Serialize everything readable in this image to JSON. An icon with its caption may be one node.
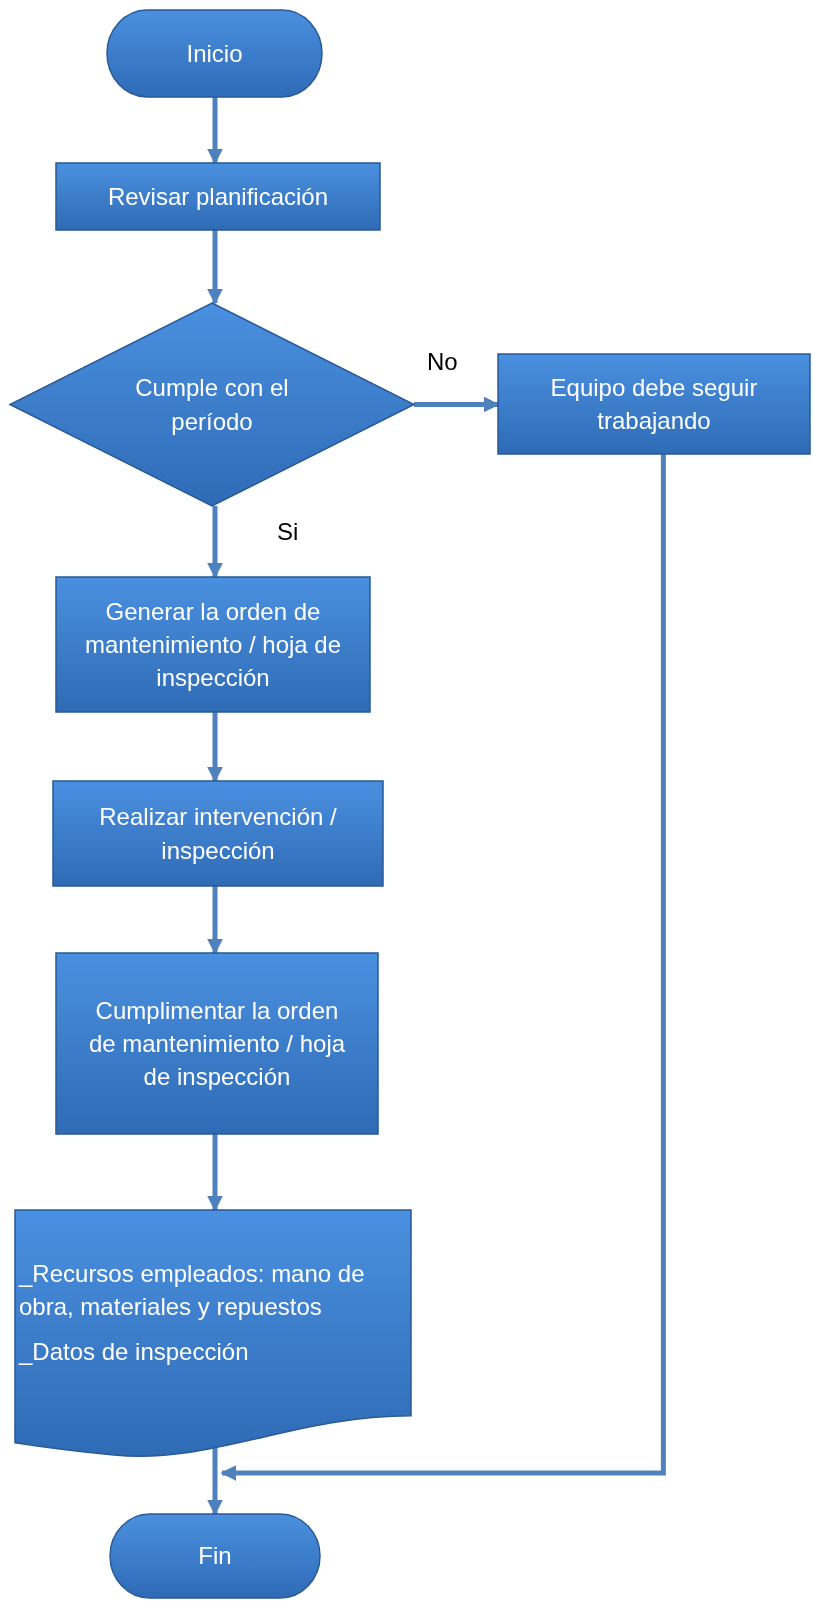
{
  "diagram": {
    "nodes": [
      {
        "text": [
          "Inicio"
        ]
      },
      {
        "text": [
          "Revisar planificación"
        ]
      },
      {
        "text": [
          "Cumple con el período"
        ]
      },
      {
        "text": [
          "Equipo debe seguir trabajando"
        ]
      },
      {
        "text": [
          "Generar la orden de mantenimiento / hoja de inspección"
        ]
      },
      {
        "text": [
          "Realizar intervención / inspección"
        ]
      },
      {
        "text": [
          "Cumplimentar la orden de mantenimiento / hoja de inspección"
        ]
      },
      {
        "text": [
          "_Recursos empleados: mano de obra, materiales y repuestos",
          "_Datos de inspección"
        ]
      },
      {
        "text": [
          "Fin"
        ]
      }
    ],
    "edges": [
      {
        "from": 0,
        "to": 1,
        "arrow": "to"
      },
      {
        "from": 1,
        "to": 2,
        "arrow": "to"
      },
      {
        "from": 2,
        "to": 3,
        "arrow": "to",
        "label": "No"
      },
      {
        "from": 2,
        "to": 4,
        "arrow": "to",
        "label": "Si"
      },
      {
        "from": 4,
        "to": 5,
        "arrow": "to"
      },
      {
        "from": 5,
        "to": 6,
        "arrow": "to"
      },
      {
        "from": 6,
        "to": 7,
        "arrow": "to"
      },
      {
        "from": 7,
        "to": 8,
        "arrow": "to"
      },
      {
        "from": 3,
        "to": 8,
        "arrow": "to"
      }
    ]
  }
}
